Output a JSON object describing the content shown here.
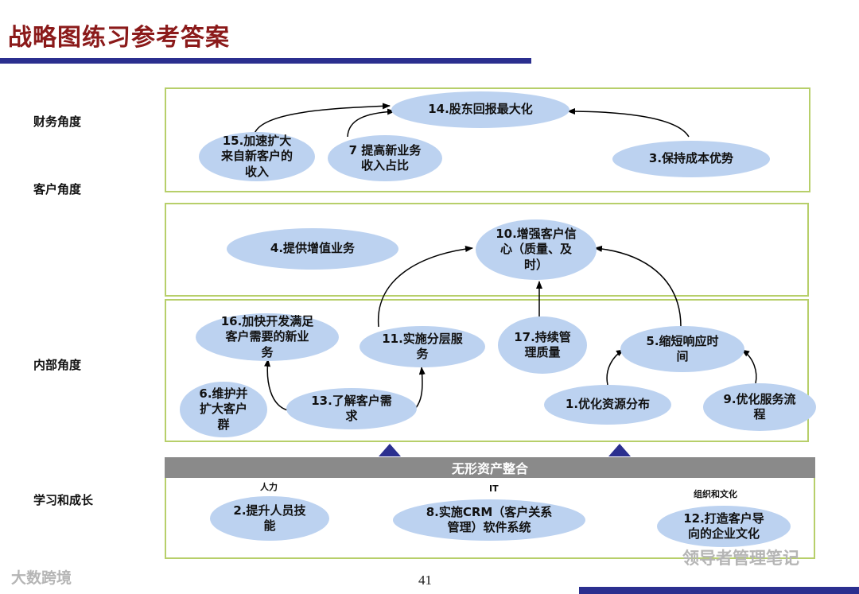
{
  "title": "战略图练习参考答案",
  "side_labels": {
    "finance": "财务角度",
    "customer": "客户角度",
    "internal": "内部角度",
    "learning": "学习和成长"
  },
  "finance": {
    "n14": "14.股东回报最大化",
    "n15": "15.加速扩大\n来自新客户的\n收入",
    "n7": "7 提高新业务\n收入占比",
    "n3": "3.保持成本优势"
  },
  "customer": {
    "n4": "4.提供增值业务",
    "n10": "10.增强客户信\n心（质量、及\n时）"
  },
  "internal": {
    "n16": "16.加快开发满足\n客户需要的新业\n务",
    "n11": "11.实施分层服\n务",
    "n17": "17.持续管\n理质量",
    "n5": "5.缩短响应时\n间",
    "n6": "6.维护并\n扩大客户\n群",
    "n13": "13.了解客户需\n求",
    "n1": "1.优化资源分布",
    "n9": "9.优化服务流\n程"
  },
  "learning": {
    "band": "无形资产整合",
    "col_hr": "人力",
    "col_it": "IT",
    "col_org": "组织和文化",
    "n2": "2.提升人员技\n能",
    "n8": "8.实施CRM（客户关系\n管理）软件系统",
    "n12": "12.打造客户导\n向的企业文化"
  },
  "page_number": "41",
  "watermarks": {
    "left": "大数跨境",
    "right": "领导者管理笔记"
  },
  "colors": {
    "title": "#8b1a1a",
    "rule": "#2b2f8f",
    "panel_border": "#b7cf6a",
    "ellipse_fill": "#bcd2f0",
    "band": "#8a8a8a"
  }
}
